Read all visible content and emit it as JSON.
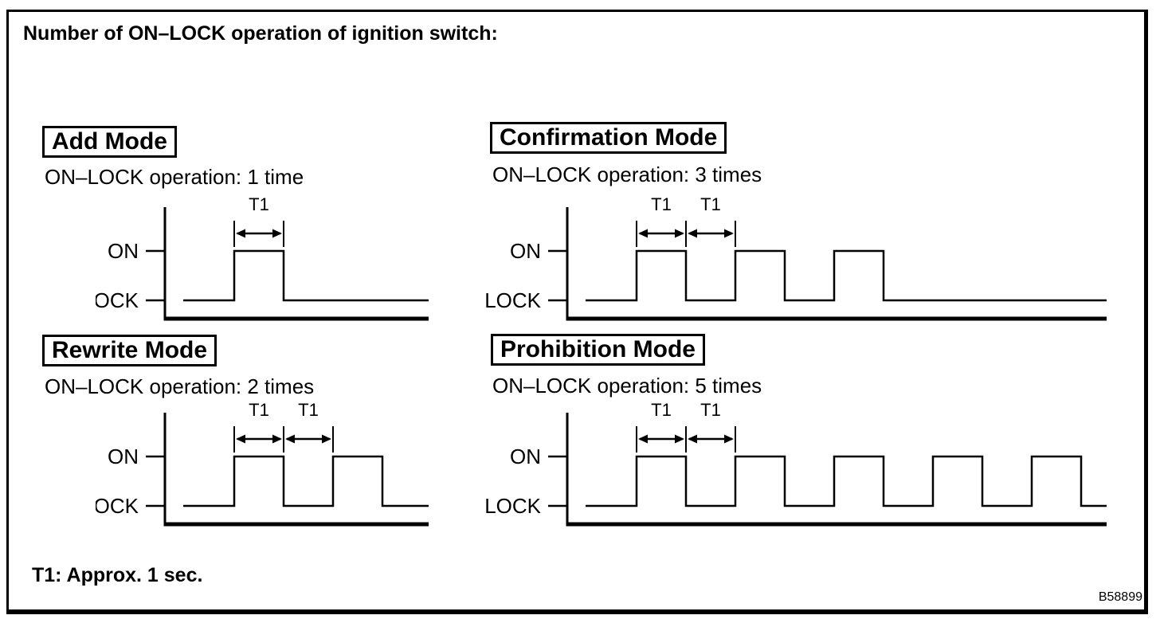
{
  "title": "Number of ON–LOCK operation of ignition switch:",
  "waveform_labels": {
    "high": "ON",
    "low": "LOCK",
    "interval": "T1"
  },
  "modes": [
    {
      "id": "add",
      "label": "Add Mode",
      "operation": "ON–LOCK operation: 1 time",
      "on_lock_operations": 1,
      "pulses": 1,
      "t1_arrows": 1
    },
    {
      "id": "confirmation",
      "label": "Confirmation Mode",
      "operation": "ON–LOCK operation: 3 times",
      "on_lock_operations": 3,
      "pulses": 3,
      "t1_arrows": 2
    },
    {
      "id": "rewrite",
      "label": "Rewrite Mode",
      "operation": "ON–LOCK operation: 2 times",
      "on_lock_operations": 2,
      "pulses": 2,
      "t1_arrows": 2
    },
    {
      "id": "prohibition",
      "label": "Prohibition Mode",
      "operation": "ON–LOCK operation: 5 times",
      "on_lock_operations": 5,
      "pulses": 5,
      "t1_arrows": 2
    }
  ],
  "t1_definition": "T1: Approx. 1 sec.",
  "figure_code": "B58899",
  "colors": {
    "ink": "#000000",
    "background": "#ffffff"
  }
}
